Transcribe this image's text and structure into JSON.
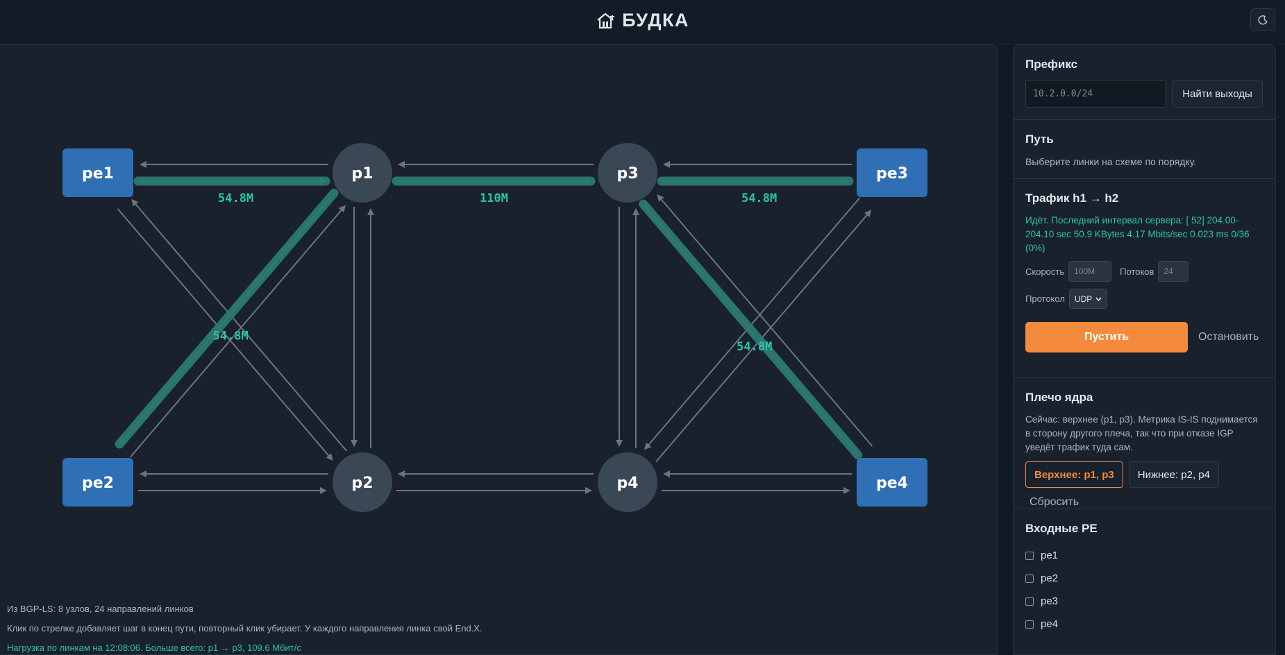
{
  "app": {
    "title": "БУДКА",
    "logo_icon": "house-icon",
    "theme_icon": "moon-icon"
  },
  "graph": {
    "nodes": [
      {
        "id": "pe1",
        "label": "pe1",
        "kind": "pe"
      },
      {
        "id": "p1",
        "label": "p1",
        "kind": "p"
      },
      {
        "id": "p3",
        "label": "p3",
        "kind": "p"
      },
      {
        "id": "pe3",
        "label": "pe3",
        "kind": "pe"
      },
      {
        "id": "pe2",
        "label": "pe2",
        "kind": "pe"
      },
      {
        "id": "p2",
        "label": "p2",
        "kind": "p"
      },
      {
        "id": "p4",
        "label": "p4",
        "kind": "p"
      },
      {
        "id": "pe4",
        "label": "pe4",
        "kind": "pe"
      }
    ],
    "loads": [
      {
        "from": "pe1",
        "to": "p1",
        "label": "54.8M"
      },
      {
        "from": "p1",
        "to": "p3",
        "label": "110M"
      },
      {
        "from": "p3",
        "to": "pe3",
        "label": "54.8M"
      },
      {
        "from": "p3",
        "to": "pe4",
        "label": "54.8M"
      },
      {
        "from": "p1",
        "to": "pe2",
        "label": "54.8M"
      }
    ]
  },
  "footer": {
    "line1": "Из BGP-LS: 8 узлов, 24 направлений линков",
    "line2": "Клик по стрелке добавляет шаг в конец пути, повторный клик убирает. У каждого направления линка свой End.X.",
    "line3": "Нагрузка по линкам на 12:08:06. Больше всего: p1 → p3, 109.6 Мбит/с"
  },
  "panel": {
    "prefix": {
      "title": "Префикс",
      "placeholder": "10.2.0.0/24",
      "button": "Найти выходы"
    },
    "path": {
      "title": "Путь",
      "hint": "Выберите линки на схеме по порядку."
    },
    "traffic": {
      "title": "Трафик h1 → h2",
      "status": "Идёт. Последний интервал сервера: [ 52] 204.00-204.10 sec 50.9 KBytes 4.17 Mbits/sec 0.023 ms 0/36 (0%)",
      "speed_label": "Скорость",
      "speed_placeholder": "100M",
      "streams_label": "Потоков",
      "streams_placeholder": "24",
      "protocol_label": "Протокол",
      "protocol_value": "UDP",
      "run": "Пустить",
      "stop": "Остановить"
    },
    "core": {
      "title": "Плечо ядра",
      "desc": "Сейчас: верхнее (p1, p3). Метрика IS-IS поднимается в сторону другого плеча, так что при отказе IGP уведёт трафик туда сам.",
      "upper": "Верхнее: p1, p3",
      "lower": "Нижнее: p2, p4",
      "reset": "Сбросить"
    },
    "ingress": {
      "title": "Входные PE",
      "items": [
        "pe1",
        "pe2",
        "pe3",
        "pe4"
      ]
    }
  },
  "colors": {
    "accent": "#f38a3c",
    "teal": "#2bc4a8",
    "pe_node": "#2f6fb5",
    "p_node": "#3a4754"
  }
}
